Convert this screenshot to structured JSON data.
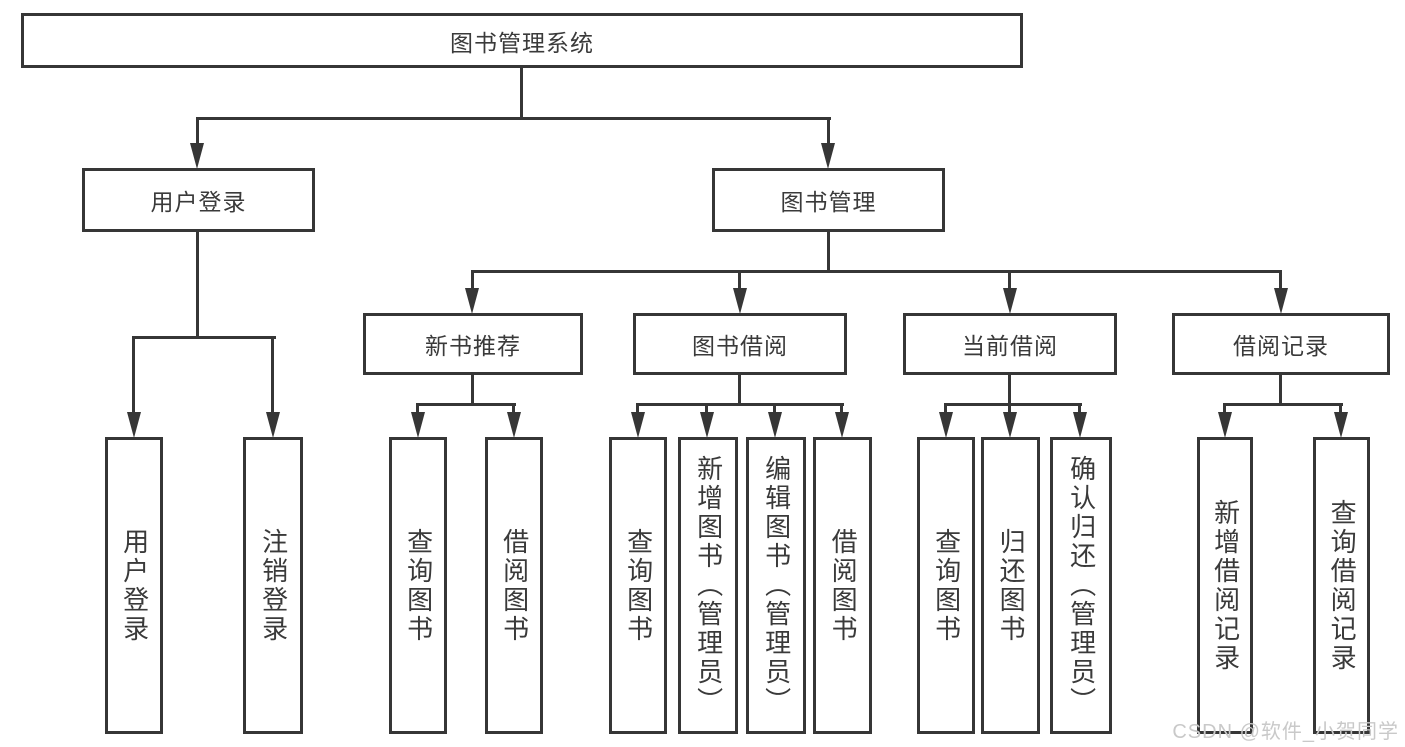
{
  "tree": {
    "root": "图书管理系统",
    "branches": [
      {
        "label": "用户登录",
        "children": [
          "用户登录",
          "注销登录"
        ]
      },
      {
        "label": "图书管理",
        "groups": [
          {
            "label": "新书推荐",
            "children": [
              "查询图书",
              "借阅图书"
            ]
          },
          {
            "label": "图书借阅",
            "children": [
              "查询图书",
              "新增图书（管理员）",
              "编辑图书（管理员）",
              "借阅图书"
            ]
          },
          {
            "label": "当前借阅",
            "children": [
              "查询图书",
              "归还图书",
              "确认归还（管理员）"
            ]
          },
          {
            "label": "借阅记录",
            "children": [
              "新增借阅记录",
              "查询借阅记录"
            ]
          }
        ]
      }
    ]
  },
  "watermark": "CSDN @软件_小贺同学",
  "colors": {
    "line": "#363636",
    "text": "#3a3a3a",
    "background": "#ffffff",
    "watermark": "#c9c9c9"
  }
}
